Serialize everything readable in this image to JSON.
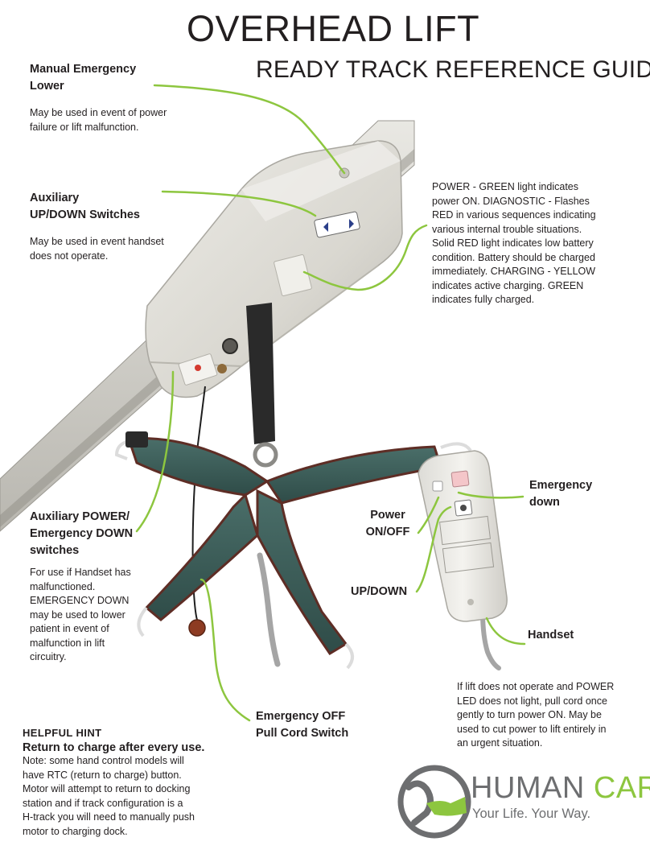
{
  "header": {
    "title": "OVERHEAD LIFT",
    "subtitle": "READY TRACK REFERENCE GUIDE"
  },
  "callouts": {
    "manual_lower": {
      "label_line1": "Manual Emergency",
      "label_line2": "Lower",
      "desc_line1": "May be used in event of power",
      "desc_line2": "failure or lift malfunction."
    },
    "aux_updown": {
      "label_line1": "Auxiliary",
      "label_line2": "UP/DOWN Switches",
      "desc_line1": "May be used in event handset",
      "desc_line2": "does not operate."
    },
    "power_info": {
      "lines": [
        "POWER - GREEN light indicates",
        "power ON. DIAGNOSTIC - Flashes",
        "RED in various sequences indicating",
        "various internal trouble situations.",
        "Solid RED light indicates low battery",
        "condition. Battery should be charged",
        "immediately. CHARGING - YELLOW",
        "indicates active charging. GREEN",
        "indicates fully charged."
      ]
    },
    "emergency_down": {
      "line1": "Emergency",
      "line2": "down"
    },
    "power_onoff": {
      "line1": "Power",
      "line2": "ON/OFF"
    },
    "aux_power": {
      "label_lines": [
        "Auxiliary POWER/",
        "Emergency DOWN",
        "switches"
      ],
      "desc_lines": [
        "For use if Handset has",
        "malfunctioned.",
        "EMERGENCY DOWN",
        "may be used to lower",
        "patient in event of",
        "malfunction in lift",
        "circuitry."
      ]
    },
    "updown": {
      "label": "UP/DOWN"
    },
    "handset": {
      "label": "Handset"
    },
    "pull_cord_info": {
      "lines": [
        "If lift does not operate and POWER",
        "LED does not light, pull cord once",
        "gently to turn power ON. May be",
        "used to cut power to lift entirely in",
        "an urgent situation."
      ]
    },
    "emergency_off": {
      "line1": "Emergency OFF",
      "line2": "Pull Cord Switch"
    }
  },
  "hint": {
    "heading": "HELPFUL HINT",
    "bold": "Return to charge after every use.",
    "lines": [
      "Note: some hand control models will",
      "have RTC (return to charge) button.",
      "Motor will attempt to return to docking",
      "station and if track configuration is a",
      "H-track you will need to manually push",
      "motor to charging dock."
    ]
  },
  "brand": {
    "name_part1": "HUMAN",
    "name_part2": "CARE",
    "tagline": "Your Life. Your Way."
  },
  "colors": {
    "callout_line": "#8dc63f",
    "brand_green": "#8dc63f",
    "brand_gray": "#6d6e70",
    "sling": "#3d5f5b",
    "motor_body": "#dcdad4",
    "text": "#231f20"
  }
}
